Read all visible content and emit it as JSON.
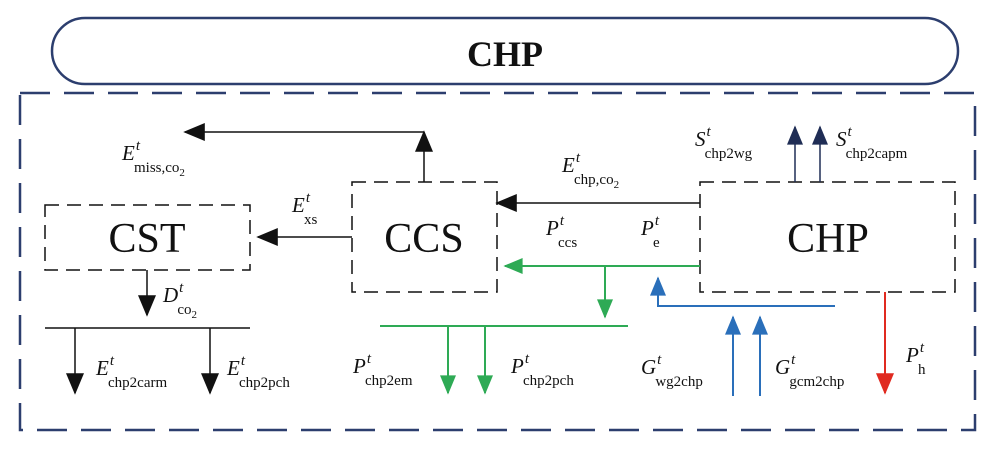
{
  "title": "CHP",
  "boxes": {
    "cst": "CST",
    "ccs": "CCS",
    "chp": "CHP"
  },
  "labels": {
    "e_miss": {
      "main": "E",
      "sup": "t",
      "sub": "miss,co",
      "sub2": "2"
    },
    "e_chp_co2": {
      "main": "E",
      "sup": "t",
      "sub": "chp,co",
      "sub2": "2"
    },
    "e_xs": {
      "main": "E",
      "sup": "t",
      "sub": "xs"
    },
    "s_chp2wg": {
      "main": "S",
      "sup": "t",
      "sub": "chp2wg"
    },
    "s_chp2capm": {
      "main": "S",
      "sup": "t",
      "sub": "chp2capm"
    },
    "p_ccs": {
      "main": "P",
      "sup": "t",
      "sub": "ccs"
    },
    "p_e": {
      "main": "P",
      "sup": "t",
      "sub": "e"
    },
    "d_co2": {
      "main": "D",
      "sup": "t",
      "sub": "co",
      "sub2": "2"
    },
    "e_chp2carm": {
      "main": "E",
      "sup": "t",
      "sub": "chp2carm"
    },
    "e_chp2pch": {
      "main": "E",
      "sup": "t",
      "sub": "chp2pch"
    },
    "p_chp2em": {
      "main": "P",
      "sup": "t",
      "sub": "chp2em"
    },
    "p_chp2pch": {
      "main": "P",
      "sup": "t",
      "sub": "chp2pch"
    },
    "g_wg2chp": {
      "main": "G",
      "sup": "t",
      "sub": "wg2chp"
    },
    "g_gcm2chp": {
      "main": "G",
      "sup": "t",
      "sub": "gcm2chp"
    },
    "p_h": {
      "main": "P",
      "sup": "t",
      "sub": "h"
    }
  },
  "colors": {
    "frame": "#2c3e6e",
    "black": "#111111",
    "green": "#2eaa55",
    "blue": "#2a6fba",
    "red": "#e02a20",
    "navy": "#1f2d55"
  }
}
